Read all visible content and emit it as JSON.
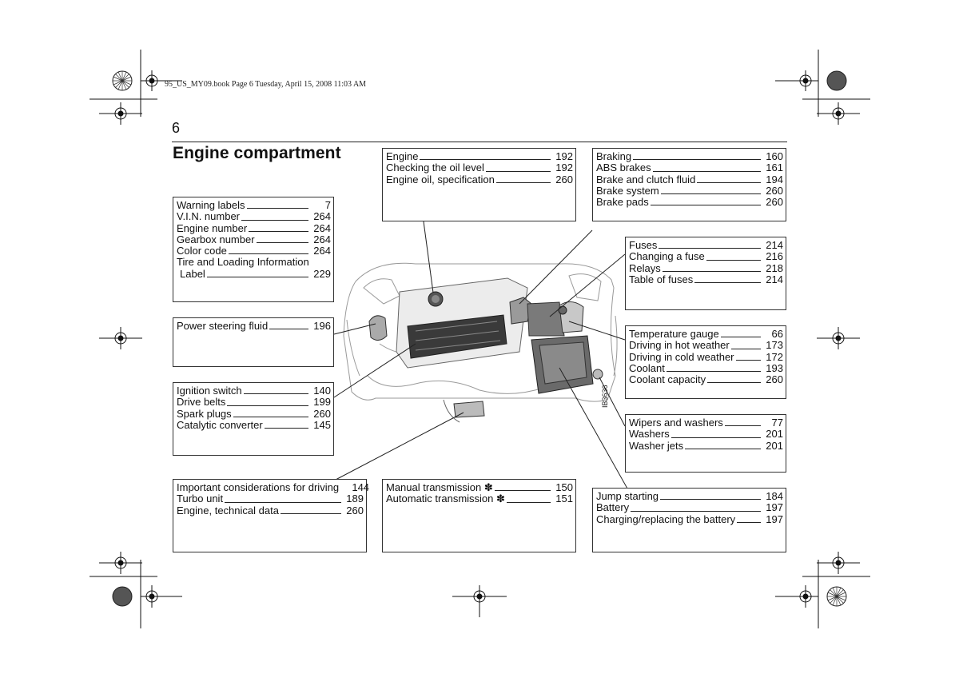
{
  "header": {
    "file_info": "95_US_MY09.book  Page 6  Tuesday, April 15, 2008  11:03 AM",
    "page_number": "6"
  },
  "title": "Engine compartment",
  "diagram_id": "IB3636",
  "boxes": {
    "engine": {
      "rows": [
        {
          "label": "Engine",
          "page": "192"
        },
        {
          "label": "Checking the oil level",
          "page": "192"
        },
        {
          "label": "Engine oil, specification",
          "page": "260"
        }
      ]
    },
    "braking": {
      "rows": [
        {
          "label": "Braking",
          "page": "160"
        },
        {
          "label": "ABS brakes",
          "page": "161"
        },
        {
          "label": "Brake and clutch fluid",
          "page": "194"
        },
        {
          "label": "Brake system",
          "page": "260"
        },
        {
          "label": "Brake pads",
          "page": "260"
        }
      ]
    },
    "labels": {
      "rows": [
        {
          "label": "Warning labels",
          "page": "7"
        },
        {
          "label": "V.I.N. number",
          "page": "264"
        },
        {
          "label": "Engine number",
          "page": "264"
        },
        {
          "label": "Gearbox number",
          "page": "264"
        },
        {
          "label": "Color code",
          "page": "264"
        }
      ],
      "tire_line1": "Tire and Loading Information",
      "tire_line2": "Label",
      "tire_page": "229"
    },
    "fuses": {
      "rows": [
        {
          "label": "Fuses",
          "page": "214"
        },
        {
          "label": "Changing a fuse",
          "page": "216"
        },
        {
          "label": "Relays",
          "page": "218"
        },
        {
          "label": "Table of fuses",
          "page": "214"
        }
      ]
    },
    "power_steering": {
      "rows": [
        {
          "label": "Power steering fluid",
          "page": "196"
        }
      ]
    },
    "coolant": {
      "rows": [
        {
          "label": "Temperature gauge",
          "page": "66"
        },
        {
          "label": "Driving in hot weather",
          "page": "173"
        },
        {
          "label": "Driving in cold weather",
          "page": "172"
        },
        {
          "label": "Coolant",
          "page": "193"
        },
        {
          "label": "Coolant capacity",
          "page": "260"
        }
      ]
    },
    "ignition": {
      "rows": [
        {
          "label": "Ignition switch",
          "page": "140"
        },
        {
          "label": "Drive belts",
          "page": "199"
        },
        {
          "label": "Spark plugs",
          "page": "260"
        },
        {
          "label": "Catalytic converter",
          "page": "145"
        }
      ]
    },
    "wipers": {
      "rows": [
        {
          "label": "Wipers and washers",
          "page": "77"
        },
        {
          "label": "Washers",
          "page": "201"
        },
        {
          "label": "Washer jets",
          "page": "201"
        }
      ]
    },
    "turbo": {
      "rows": [
        {
          "label": "Important considerations for driving",
          "page": "144"
        },
        {
          "label": "Turbo unit",
          "page": "189"
        },
        {
          "label": "Engine, technical data",
          "page": "260"
        }
      ]
    },
    "transmission": {
      "rows": [
        {
          "label": "Manual transmission ✽",
          "page": "150"
        },
        {
          "label": "Automatic transmission ✽",
          "page": "151"
        }
      ]
    },
    "battery": {
      "rows": [
        {
          "label": "Jump starting",
          "page": "184"
        },
        {
          "label": "Battery",
          "page": "197"
        },
        {
          "label": "Charging/replacing the battery",
          "page": "197"
        }
      ]
    }
  }
}
